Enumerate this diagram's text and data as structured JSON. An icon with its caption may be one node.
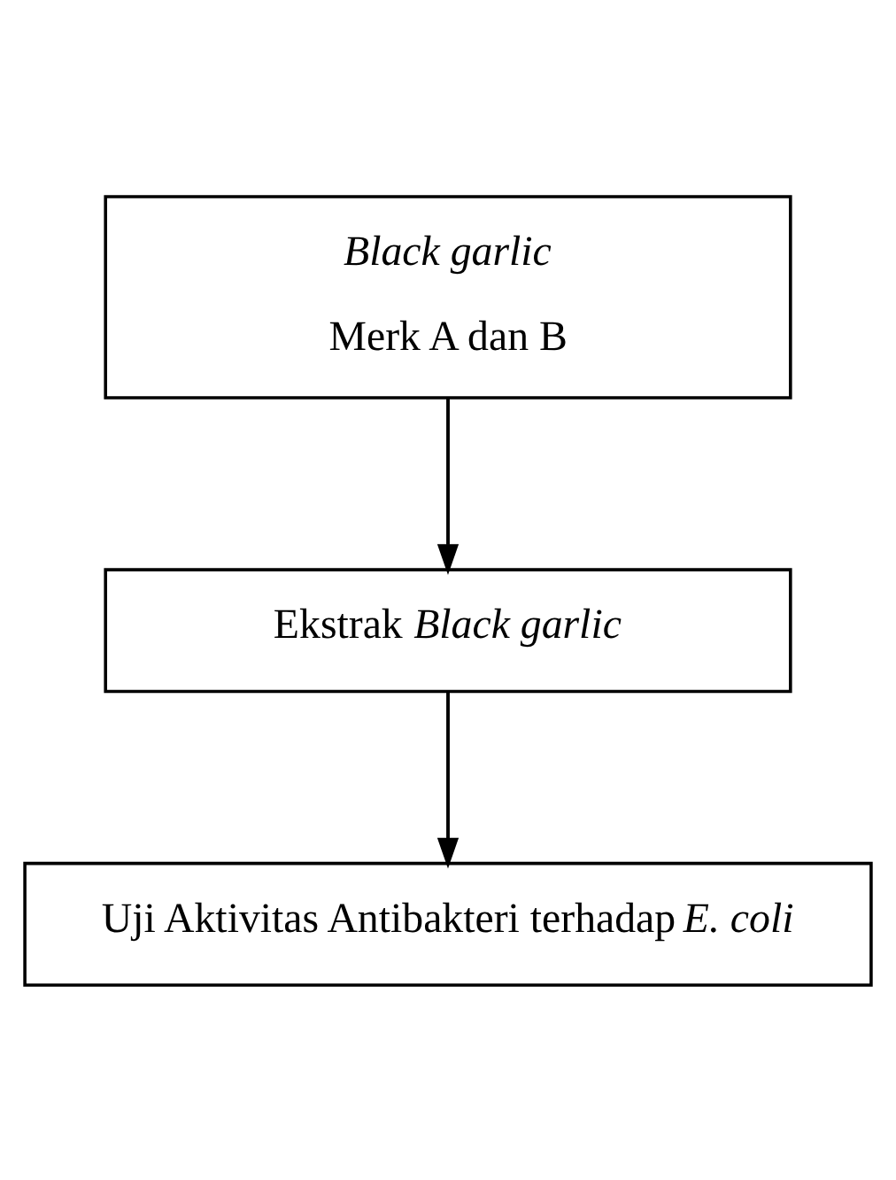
{
  "diagram": {
    "nodes": [
      {
        "text": [
          "*Black garlic*",
          "Merk A dan B"
        ]
      },
      {
        "text": [
          "Ekstrak *Black garlic*"
        ]
      },
      {
        "text": [
          "Uji Aktivitas Antibakteri terhadap *E. coli*"
        ]
      }
    ],
    "edges": [
      {
        "from": 0,
        "to": 1,
        "arrow": "to"
      },
      {
        "from": 1,
        "to": 2,
        "arrow": "to"
      }
    ]
  }
}
